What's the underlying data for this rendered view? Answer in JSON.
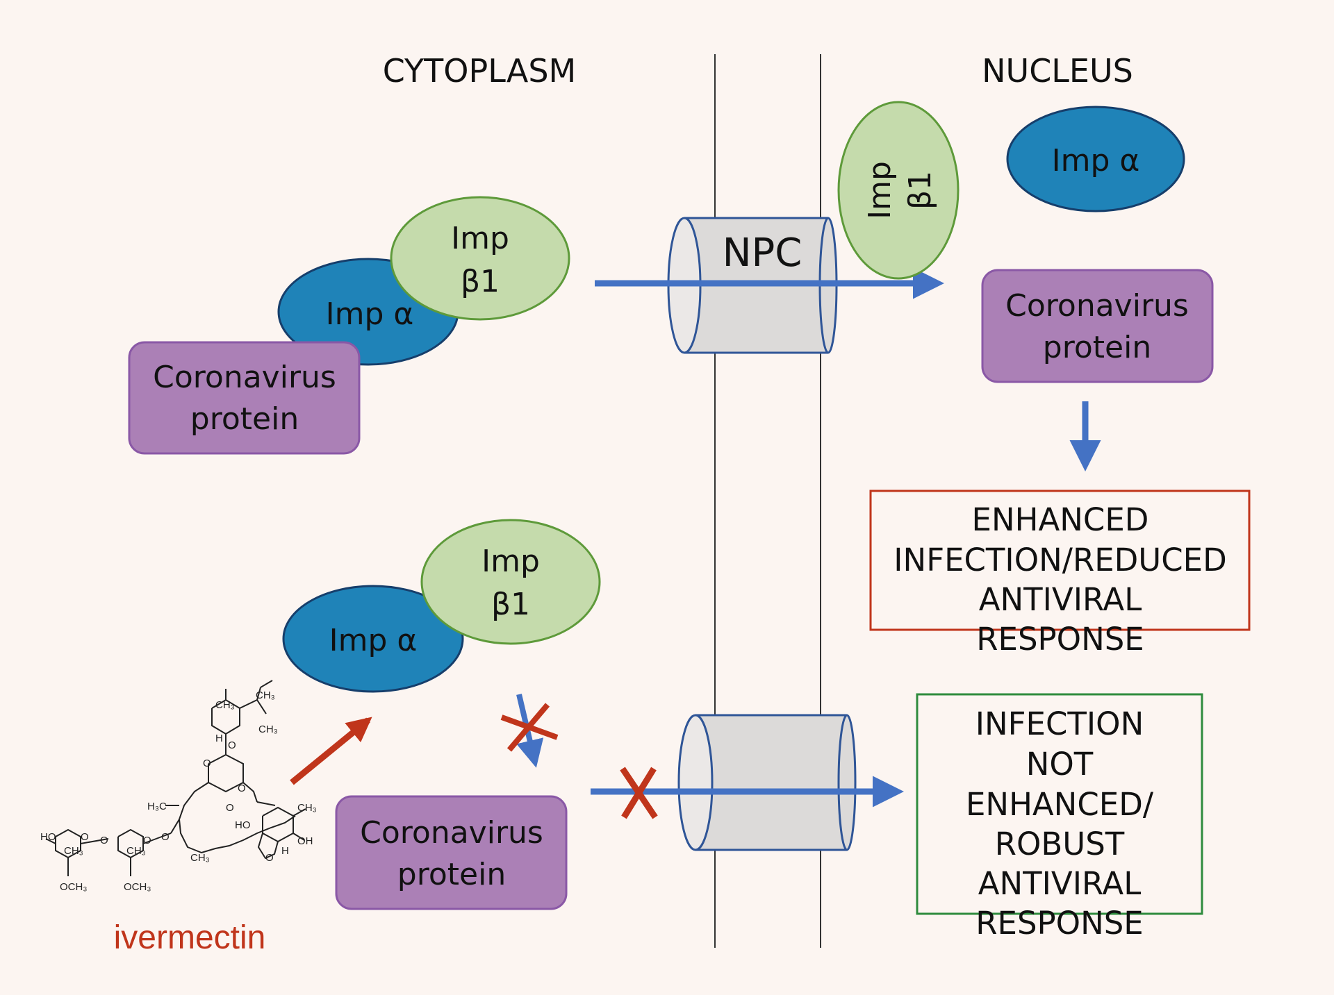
{
  "regions": {
    "cytoplasm": "CYTOPLASM",
    "nucleus": "NUCLEUS"
  },
  "pore": {
    "label": "NPC"
  },
  "molecules": {
    "imp_alpha": "Imp α",
    "imp_beta1_line1": "Imp",
    "imp_beta1_line2": "β1",
    "coronavirus_line1": "Coronavirus",
    "coronavirus_line2": "protein"
  },
  "outcomes": {
    "enhanced": [
      "ENHANCED",
      "INFECTION/REDUCED",
      "ANTIVIRAL",
      "RESPONSE"
    ],
    "not_enhanced": [
      "INFECTION",
      "NOT",
      "ENHANCED/",
      "ROBUST",
      "ANTIVIRAL",
      "RESPONSE"
    ]
  },
  "drug": {
    "name": "ivermectin",
    "structure_labels": {
      "ch3": "CH₃",
      "h": "H",
      "o": "O",
      "ho": "HO",
      "oh": "OH",
      "h3c": "H₃C",
      "och3": "OCH₃"
    }
  },
  "colors": {
    "background": "#fcf5f1",
    "imp_alpha_fill": "#1f83b8",
    "imp_beta_fill": "#c5dbac",
    "imp_beta_stroke": "#5e9a3a",
    "protein_fill": "#ab80b6",
    "protein_stroke": "#8a58a6",
    "arrow_blue": "#4472c4",
    "inhibit_red": "#c0351b",
    "box_red": "#c0351b",
    "box_green": "#2e8b3d",
    "pore_fill": "#dcdad9",
    "pore_stroke": "#2f5597"
  }
}
